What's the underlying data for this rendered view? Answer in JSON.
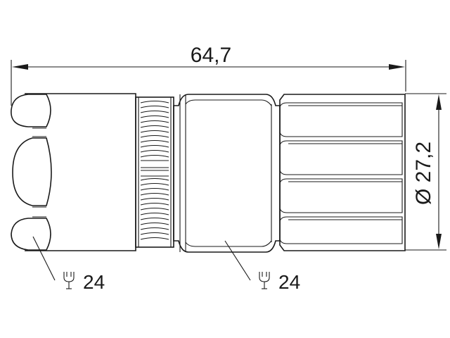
{
  "drawing": {
    "overall_length_label": "64,7",
    "diameter_label": "Ø 27,2",
    "callouts": [
      {
        "icon": "wrench-icon",
        "label": "24"
      },
      {
        "icon": "wrench-icon",
        "label": "24"
      }
    ]
  }
}
